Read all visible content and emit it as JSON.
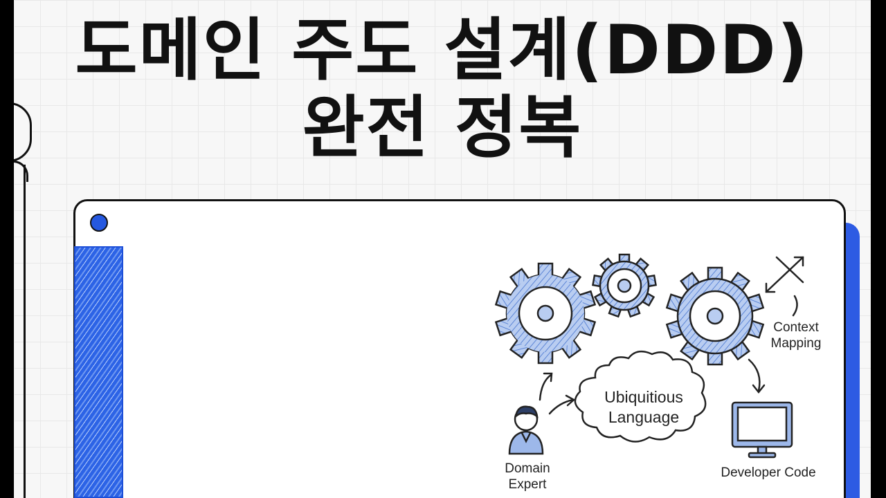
{
  "title": {
    "line1": "도메인 주도 설계(DDD)",
    "line2": "완전 정복"
  },
  "diagram": {
    "context_mapping_label": "Context\nMapping",
    "ubiquitous_language_label": "Ubiquitious\nLanguage",
    "domain_expert_label": "Domain\nExpert",
    "developer_code_label": "Developer Code"
  },
  "colors": {
    "accent_blue": "#2558e0",
    "gear_fill": "#a9c2ee",
    "stroke": "#111111"
  },
  "icons": [
    "gear-icon",
    "gear-icon",
    "gear-icon",
    "cross-arrows-icon",
    "cloud-icon",
    "person-icon",
    "monitor-icon"
  ]
}
